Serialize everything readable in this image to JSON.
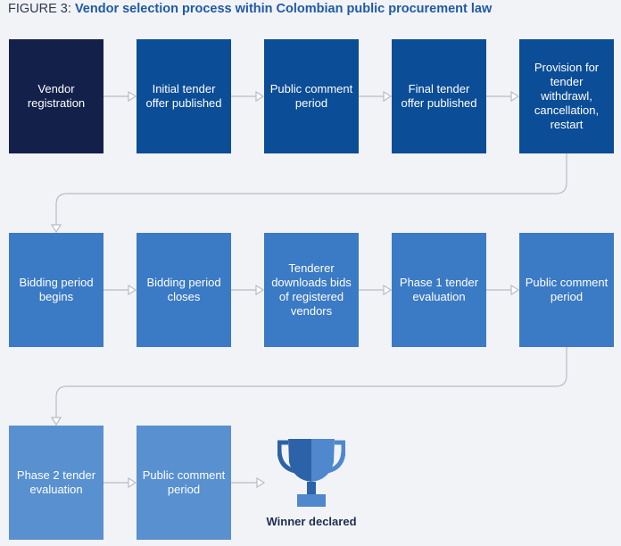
{
  "figure": {
    "label": "FIGURE 3: ",
    "title": "Vendor selection process within Colombian public procurement law"
  },
  "colors": {
    "step_1": "#13214a",
    "row_1": "#0b4d96",
    "row_2": "#3b7ac4",
    "row_3": "#5890d0",
    "connector": "#b9bcc4",
    "trophy_light": "#4f88cc",
    "trophy_dark": "#2b62a8"
  },
  "rows": [
    {
      "steps": [
        {
          "label": "Vendor registration",
          "fill": "step_1"
        },
        {
          "label": "Initial tender offer published",
          "fill": "row_1"
        },
        {
          "label": "Public comment period",
          "fill": "row_1"
        },
        {
          "label": "Final tender offer published",
          "fill": "row_1"
        },
        {
          "label": "Provision for tender withdrawl, cancellation, restart",
          "fill": "row_1"
        }
      ]
    },
    {
      "steps": [
        {
          "label": "Bidding period begins",
          "fill": "row_2"
        },
        {
          "label": "Bidding period closes",
          "fill": "row_2"
        },
        {
          "label": "Tenderer downloads bids of registered vendors",
          "fill": "row_2"
        },
        {
          "label": "Phase 1 tender evaluation",
          "fill": "row_2"
        },
        {
          "label": "Public comment period",
          "fill": "row_2"
        }
      ]
    },
    {
      "steps": [
        {
          "label": "Phase 2 tender evaluation",
          "fill": "row_3"
        },
        {
          "label": "Public comment period",
          "fill": "row_3"
        }
      ]
    }
  ],
  "outcome": {
    "label": "Winner declared",
    "icon": "trophy-icon"
  }
}
